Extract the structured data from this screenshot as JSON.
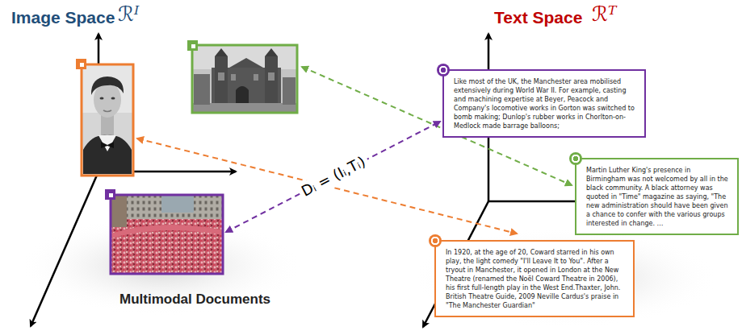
{
  "diagram": {
    "nodes": [
      {
        "text": [
          "Like most of the UK, the Manchester area mobilised extensively during World War II. For example, casting and machining expertise at Beyer, Peacock and Company's locomotive works in Gorton was switched to bomb making; Dunlop's rubber works in Chorlton-on-Medlock made barrage balloons;"
        ]
      },
      {
        "text": [
          "Martin Luther King's presence in Birmingham was not welcomed by all in the black community. A black attorney was quoted in \"Time\" magazine as saying, \"The new administration should have been given a chance to confer with the various groups interested in change. …"
        ]
      },
      {
        "text": [
          "In 1920, at the age of 20, Coward starred in his own play, the light comedy \"I'll Leave It to You\". After a tryout in Manchester, it opened in London at the New Theatre (renamed the Noël Coward Theatre in 2006), his first full-length play in the West End.Thaxter, John. British Theatre Guide, 2009 Neville Cardus's praise in \"The Manchester Guardian\""
        ]
      }
    ],
    "labels": [
      "Image Space",
      "ℛᴵ",
      "Text Space",
      "ℛᵀ",
      "Dᵢ = (Iᵢ,Tᵢ)",
      "Multimodal Documents"
    ]
  }
}
